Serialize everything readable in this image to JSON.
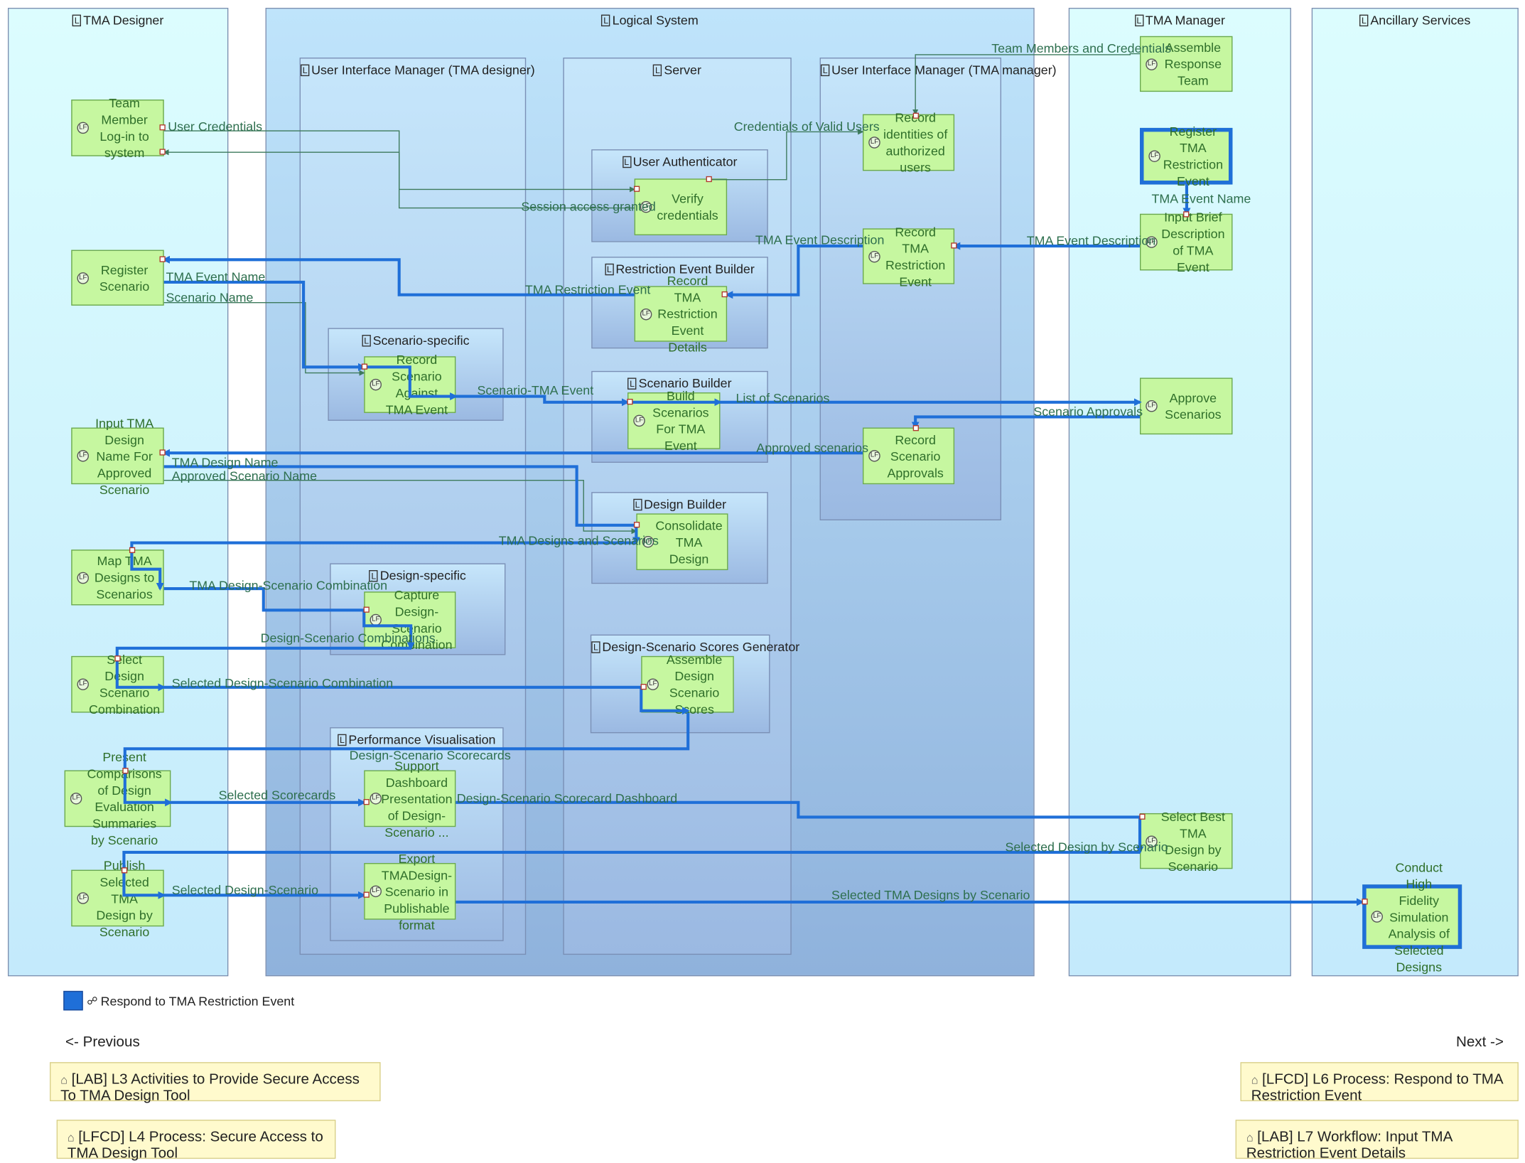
{
  "lanes": {
    "tma_designer": "TMA Designer",
    "logical_system": "Logical System",
    "tma_manager": "TMA Manager",
    "ancillary": "Ancillary Services"
  },
  "components": {
    "ui_designer": "User Interface Manager (TMA designer)",
    "server": "Server",
    "ui_manager": "User Interface Manager (TMA manager)",
    "user_authenticator": "User Authenticator",
    "restriction_builder": "Restriction Event Builder",
    "scenario_specific": "Scenario-specific",
    "scenario_builder": "Scenario Builder",
    "design_builder": "Design Builder",
    "design_specific": "Design-specific",
    "scores_generator": "Design-Scenario Scores Generator",
    "perf_vis": "Performance Visualisation"
  },
  "functions": {
    "tm_login": "Team Member Log-in to system",
    "register_scenario": "Register Scenario",
    "input_design_name": "Input TMA Design Name For Approved Scenario",
    "map_designs": "Map TMA Designs to Scenarios",
    "select_combo": "Select Design Scenario Combination",
    "present_comparisons": "Present Comparisons of Design Evaluation Summaries by Scenario",
    "publish_selected": "Publish Selected TMA Design by Scenario",
    "verify_credentials": "Verify credentials",
    "record_restriction_details": "Record TMA Restriction Event Details",
    "record_scenario_event": "Record Scenario Against TMA Event",
    "build_scenarios": "Build Scenarios For TMA Event",
    "consolidate_design": "Consolidate TMA Design",
    "capture_combo": "Capture Design-Scenario Combination",
    "assemble_scores": "Assemble Design Scenario Scores",
    "support_dashboard": "Support Dashboard Presentation of Design-Scenario ...",
    "export_design": "Export TMADesign-Scenario in Publishable format",
    "record_identities": "Record identities of authorized users",
    "record_restriction_event": "Record TMA Restriction Event",
    "record_approvals": "Record Scenario Approvals",
    "assemble_team": "Assemble Response Team",
    "register_restriction": "Register TMA Restriction Event",
    "input_brief": "Input Brief Description of TMA Event",
    "approve_scenarios": "Approve Scenarios",
    "select_best": "Select Best TMA Design by Scenario",
    "conduct_sim": "Conduct High Fidelity Simulation Analysis of Selected Designs"
  },
  "exchanges": {
    "team_members_credentials": "Team Members and Credentials",
    "user_credentials": "User Credentials",
    "credentials_valid_users": "Credentials of Valid Users",
    "session_access": "Session access granted",
    "tma_event_name_mgr": "TMA Event Name",
    "tma_event_desc_1": "TMA Event Description",
    "tma_event_desc_2": "TMA Event Description",
    "tma_event_name": "TMA Event Name",
    "tma_restriction_event": "TMA Restriction Event",
    "scenario_name": "Scenario Name",
    "scenario_tma_event": "Scenario-TMA Event",
    "list_of_scenarios": "List of Scenarios",
    "scenario_approvals": "Scenario Approvals",
    "approved_scenarios": "Approved scenarios",
    "tma_design_name": "TMA Design Name",
    "approved_scenario_name": "Approved Scenario Name",
    "tma_designs_scenarios": "TMA Designs and Scenarios",
    "design_scenario_combination": "TMA Design-Scenario Combination",
    "design_scenario_combinations": "Design-Scenario Combinations",
    "selected_combination": "Selected Design-Scenario Combination",
    "scorecards": "Design-Scenario Scorecards",
    "selected_scorecards": "Selected Scorecards",
    "scorecard_dashboard": "Design-Scenario Scorecard Dashboard",
    "selected_design_by_scenario": "Selected Design by Scenario",
    "selected_design_scenario": "Selected Design-Scenario",
    "selected_designs_by_scenario": "Selected TMA Designs by Scenario"
  },
  "legend": {
    "label": "Respond to TMA Restriction Event",
    "color": "#1f6fd8"
  },
  "nav": {
    "previous": "<- Previous",
    "next": "Next ->"
  },
  "notes": {
    "l3": "[LAB] L3 Activities to Provide Secure Access To TMA Design Tool",
    "l4": "[LFCD] L4 Process: Secure Access to TMA Design Tool",
    "l6": "[LFCD] L6 Process: Respond to TMA Restriction Event",
    "l7": "[LAB] L7 Workflow: Input TMA Restriction Event Details"
  },
  "colors": {
    "highlight_flow": "#1f6fd8",
    "plain_flow": "#3d7a5c",
    "function_fill": "#c6f7a0",
    "note_fill": "#fffacd"
  }
}
